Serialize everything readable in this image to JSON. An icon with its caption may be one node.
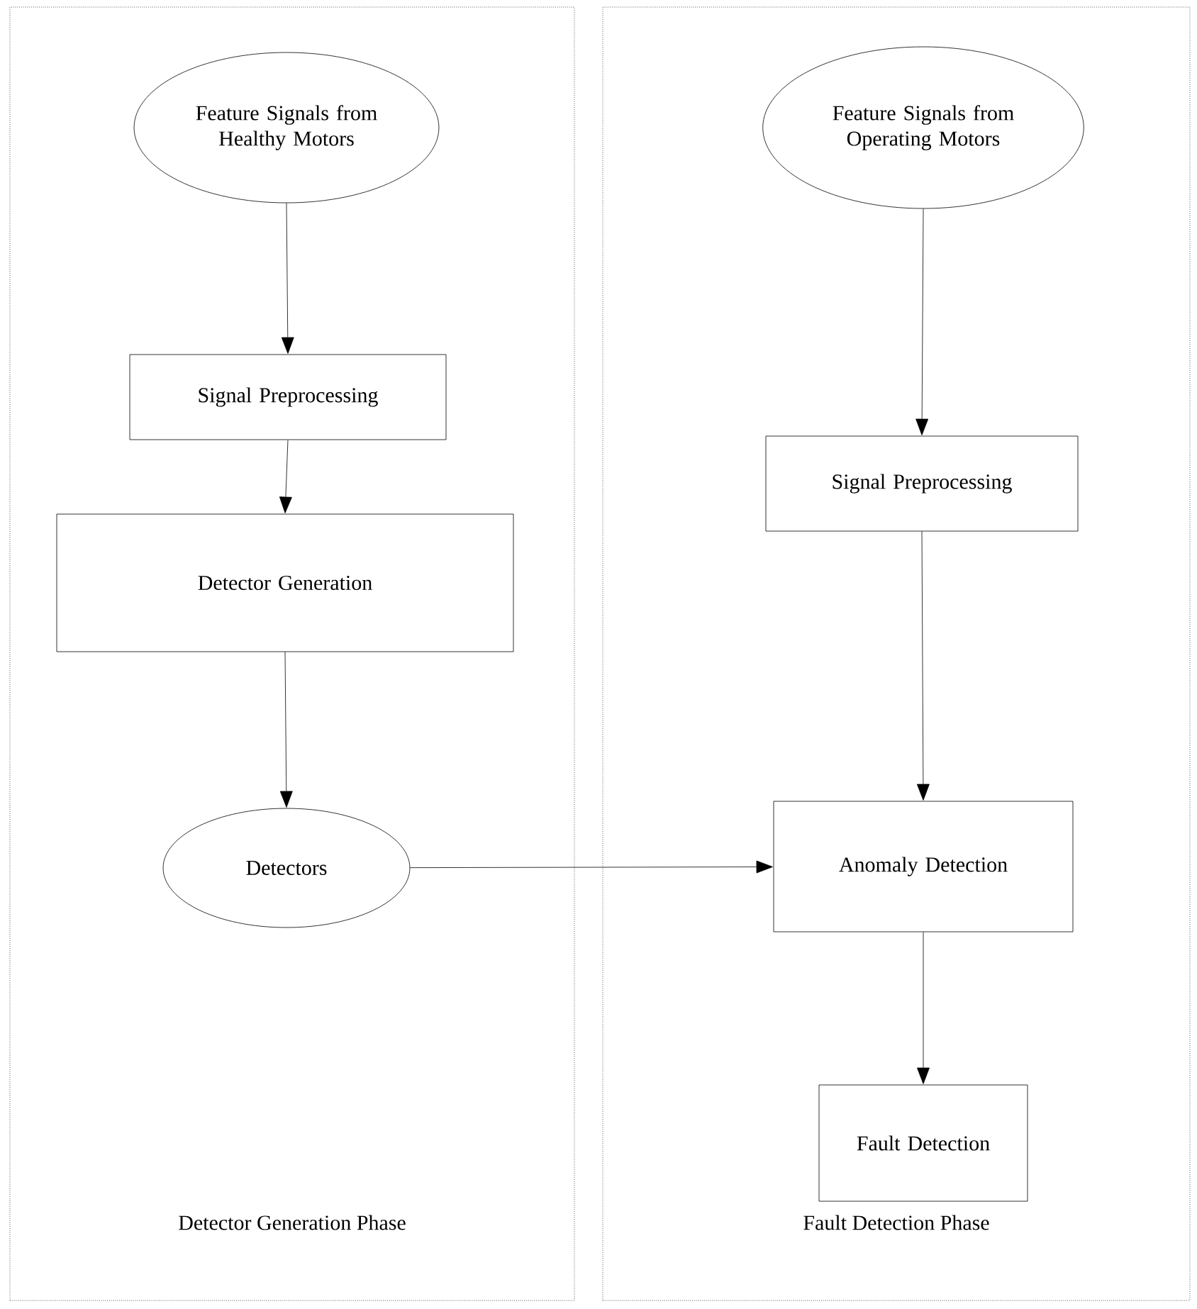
{
  "diagram": {
    "nodes": [
      {
        "text": [
          "Detector Generation Phase"
        ]
      },
      {
        "text": [
          "Feature Signals from Healthy Motors"
        ],
        "in": 0
      },
      {
        "text": [
          "Signal Preprocessing"
        ],
        "in": 0
      },
      {
        "text": [
          "Detector Generation"
        ],
        "in": 0
      },
      {
        "text": [
          "Detectors"
        ],
        "in": 0
      },
      {
        "text": [
          "Fault Detection Phase"
        ]
      },
      {
        "text": [
          "Feature Signals from Operating Motors"
        ],
        "in": 5
      },
      {
        "text": [
          "Signal Preprocessing"
        ],
        "in": 5
      },
      {
        "text": [
          "Anomaly Detection"
        ],
        "in": 5
      },
      {
        "text": [
          "Fault Detection"
        ],
        "in": 5
      }
    ],
    "edges": [
      {
        "from": 1,
        "to": 2,
        "arrow": "to"
      },
      {
        "from": 2,
        "to": 3,
        "arrow": "to"
      },
      {
        "from": 3,
        "to": 4,
        "arrow": "to"
      },
      {
        "from": 4,
        "to": 8,
        "arrow": "to"
      },
      {
        "from": 6,
        "to": 7,
        "arrow": "to"
      },
      {
        "from": 7,
        "to": 8,
        "arrow": "to"
      },
      {
        "from": 8,
        "to": 9,
        "arrow": "to"
      }
    ]
  }
}
